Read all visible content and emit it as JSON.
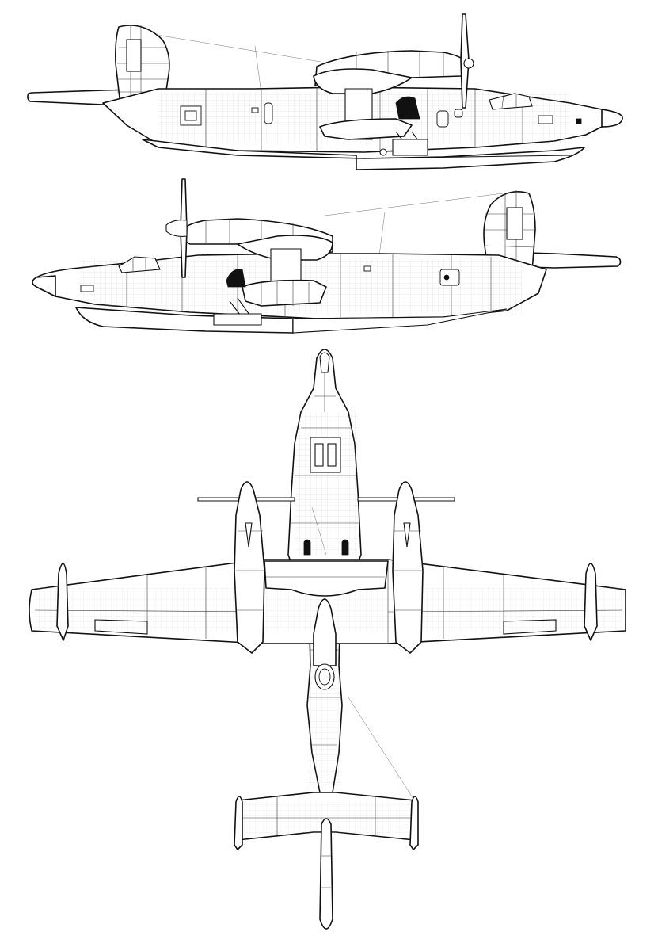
{
  "drawing": {
    "views": [
      "side-view-right",
      "side-view-left",
      "plan-view-top"
    ],
    "colors": {
      "line": "#111111",
      "panel": "#3a3a3a",
      "background": "#ffffff"
    }
  }
}
